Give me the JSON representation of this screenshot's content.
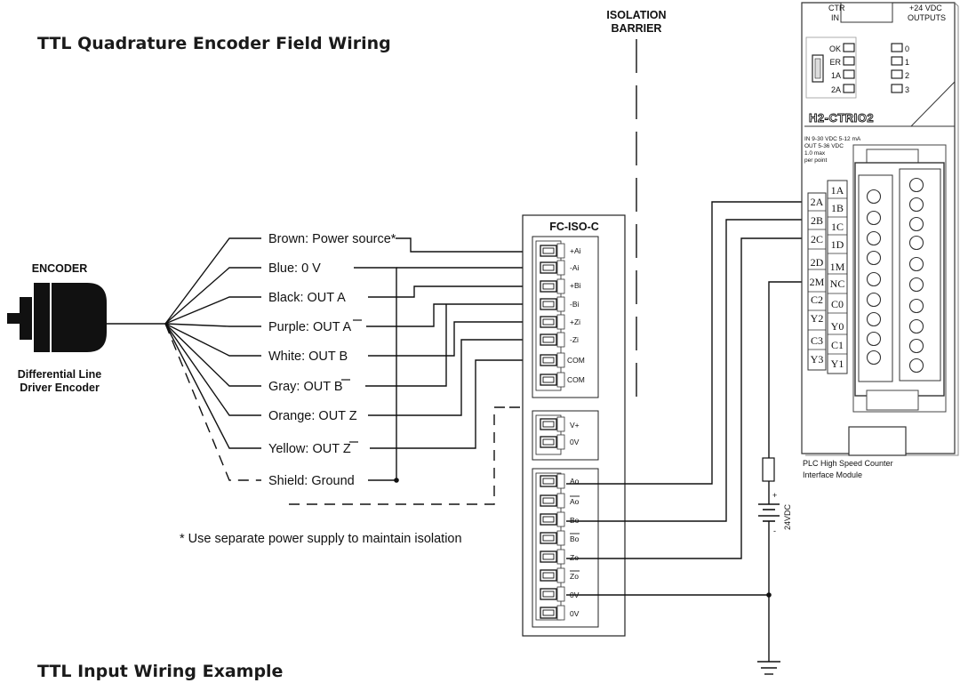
{
  "titles": {
    "main": "TTL Quadrature Encoder Field Wiring",
    "footer": "TTL Input Wiring Example"
  },
  "isolation": {
    "line1": "ISOLATION",
    "line2": "BARRIER"
  },
  "encoder": {
    "heading": "ENCODER",
    "caption_line1": "Differential Line",
    "caption_line2": "Driver Encoder"
  },
  "wires": [
    "Brown: Power source*",
    "Blue: 0 V",
    "Black: OUT A",
    "Purple: OUT A",
    "White: OUT B",
    "Gray: OUT B",
    "Orange: OUT Z",
    "Yellow: OUT Z",
    "Shield: Ground"
  ],
  "note": "* Use separate power supply to maintain isolation",
  "fc_iso": {
    "name": "FC-ISO-C",
    "inputs": [
      "+Ai",
      "-Ai",
      "+Bi",
      "-Bi",
      "+Zi",
      "-Zi",
      "COM",
      "COM"
    ],
    "power": [
      "V+",
      "0V"
    ],
    "outputs": [
      "Ao",
      "Ao",
      "Bo",
      "Bo",
      "Zo",
      "Zo",
      "0V",
      "0V"
    ]
  },
  "plc": {
    "ctr_label_1": "CTR",
    "ctr_label_2": "IN",
    "out_label_1": "+24 VDC",
    "out_label_2": "OUTPUTS",
    "leds_left": [
      "OK",
      "ER",
      "1A",
      "2A"
    ],
    "leds_right": [
      "0",
      "1",
      "2",
      "3"
    ],
    "model": "H2-CTRIO2",
    "spec_1": "IN 9-30 VDC 5-12 mA",
    "spec_2": "OUT 5-36 VDC",
    "spec_3": "1.0 max",
    "spec_4": "per point",
    "terminals_left": [
      "2A",
      "2B",
      "2C",
      "2D",
      "2M",
      "C2",
      "Y2",
      "C3",
      "Y3"
    ],
    "terminals_right": [
      "1A",
      "1B",
      "1C",
      "1D",
      "1M",
      "NC",
      "C0",
      "Y0",
      "C1",
      "Y1"
    ],
    "caption_1": "PLC High Speed Counter",
    "caption_2": "Interface Module"
  },
  "supply": {
    "voltage": "24VDC",
    "plus": "+",
    "minus": "-"
  }
}
